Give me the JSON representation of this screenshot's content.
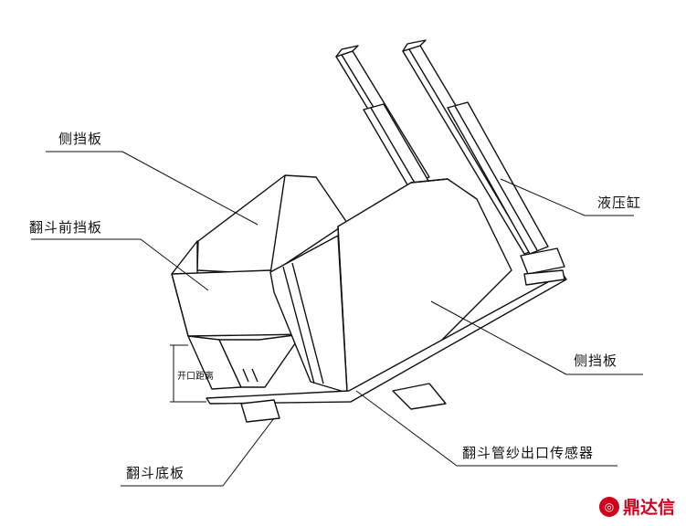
{
  "labels": {
    "side_plate_top": "侧挡板",
    "front_plate": "翻斗前挡板",
    "opening_distance": "开口距离",
    "hydraulic_cylinder": "液压缸",
    "side_plate_right": "侧挡板",
    "bottom_plate": "翻斗底板",
    "sensor": "翻斗管纱出口传感器"
  },
  "logo": {
    "text": "鼎达信",
    "color": "#d0021b"
  }
}
